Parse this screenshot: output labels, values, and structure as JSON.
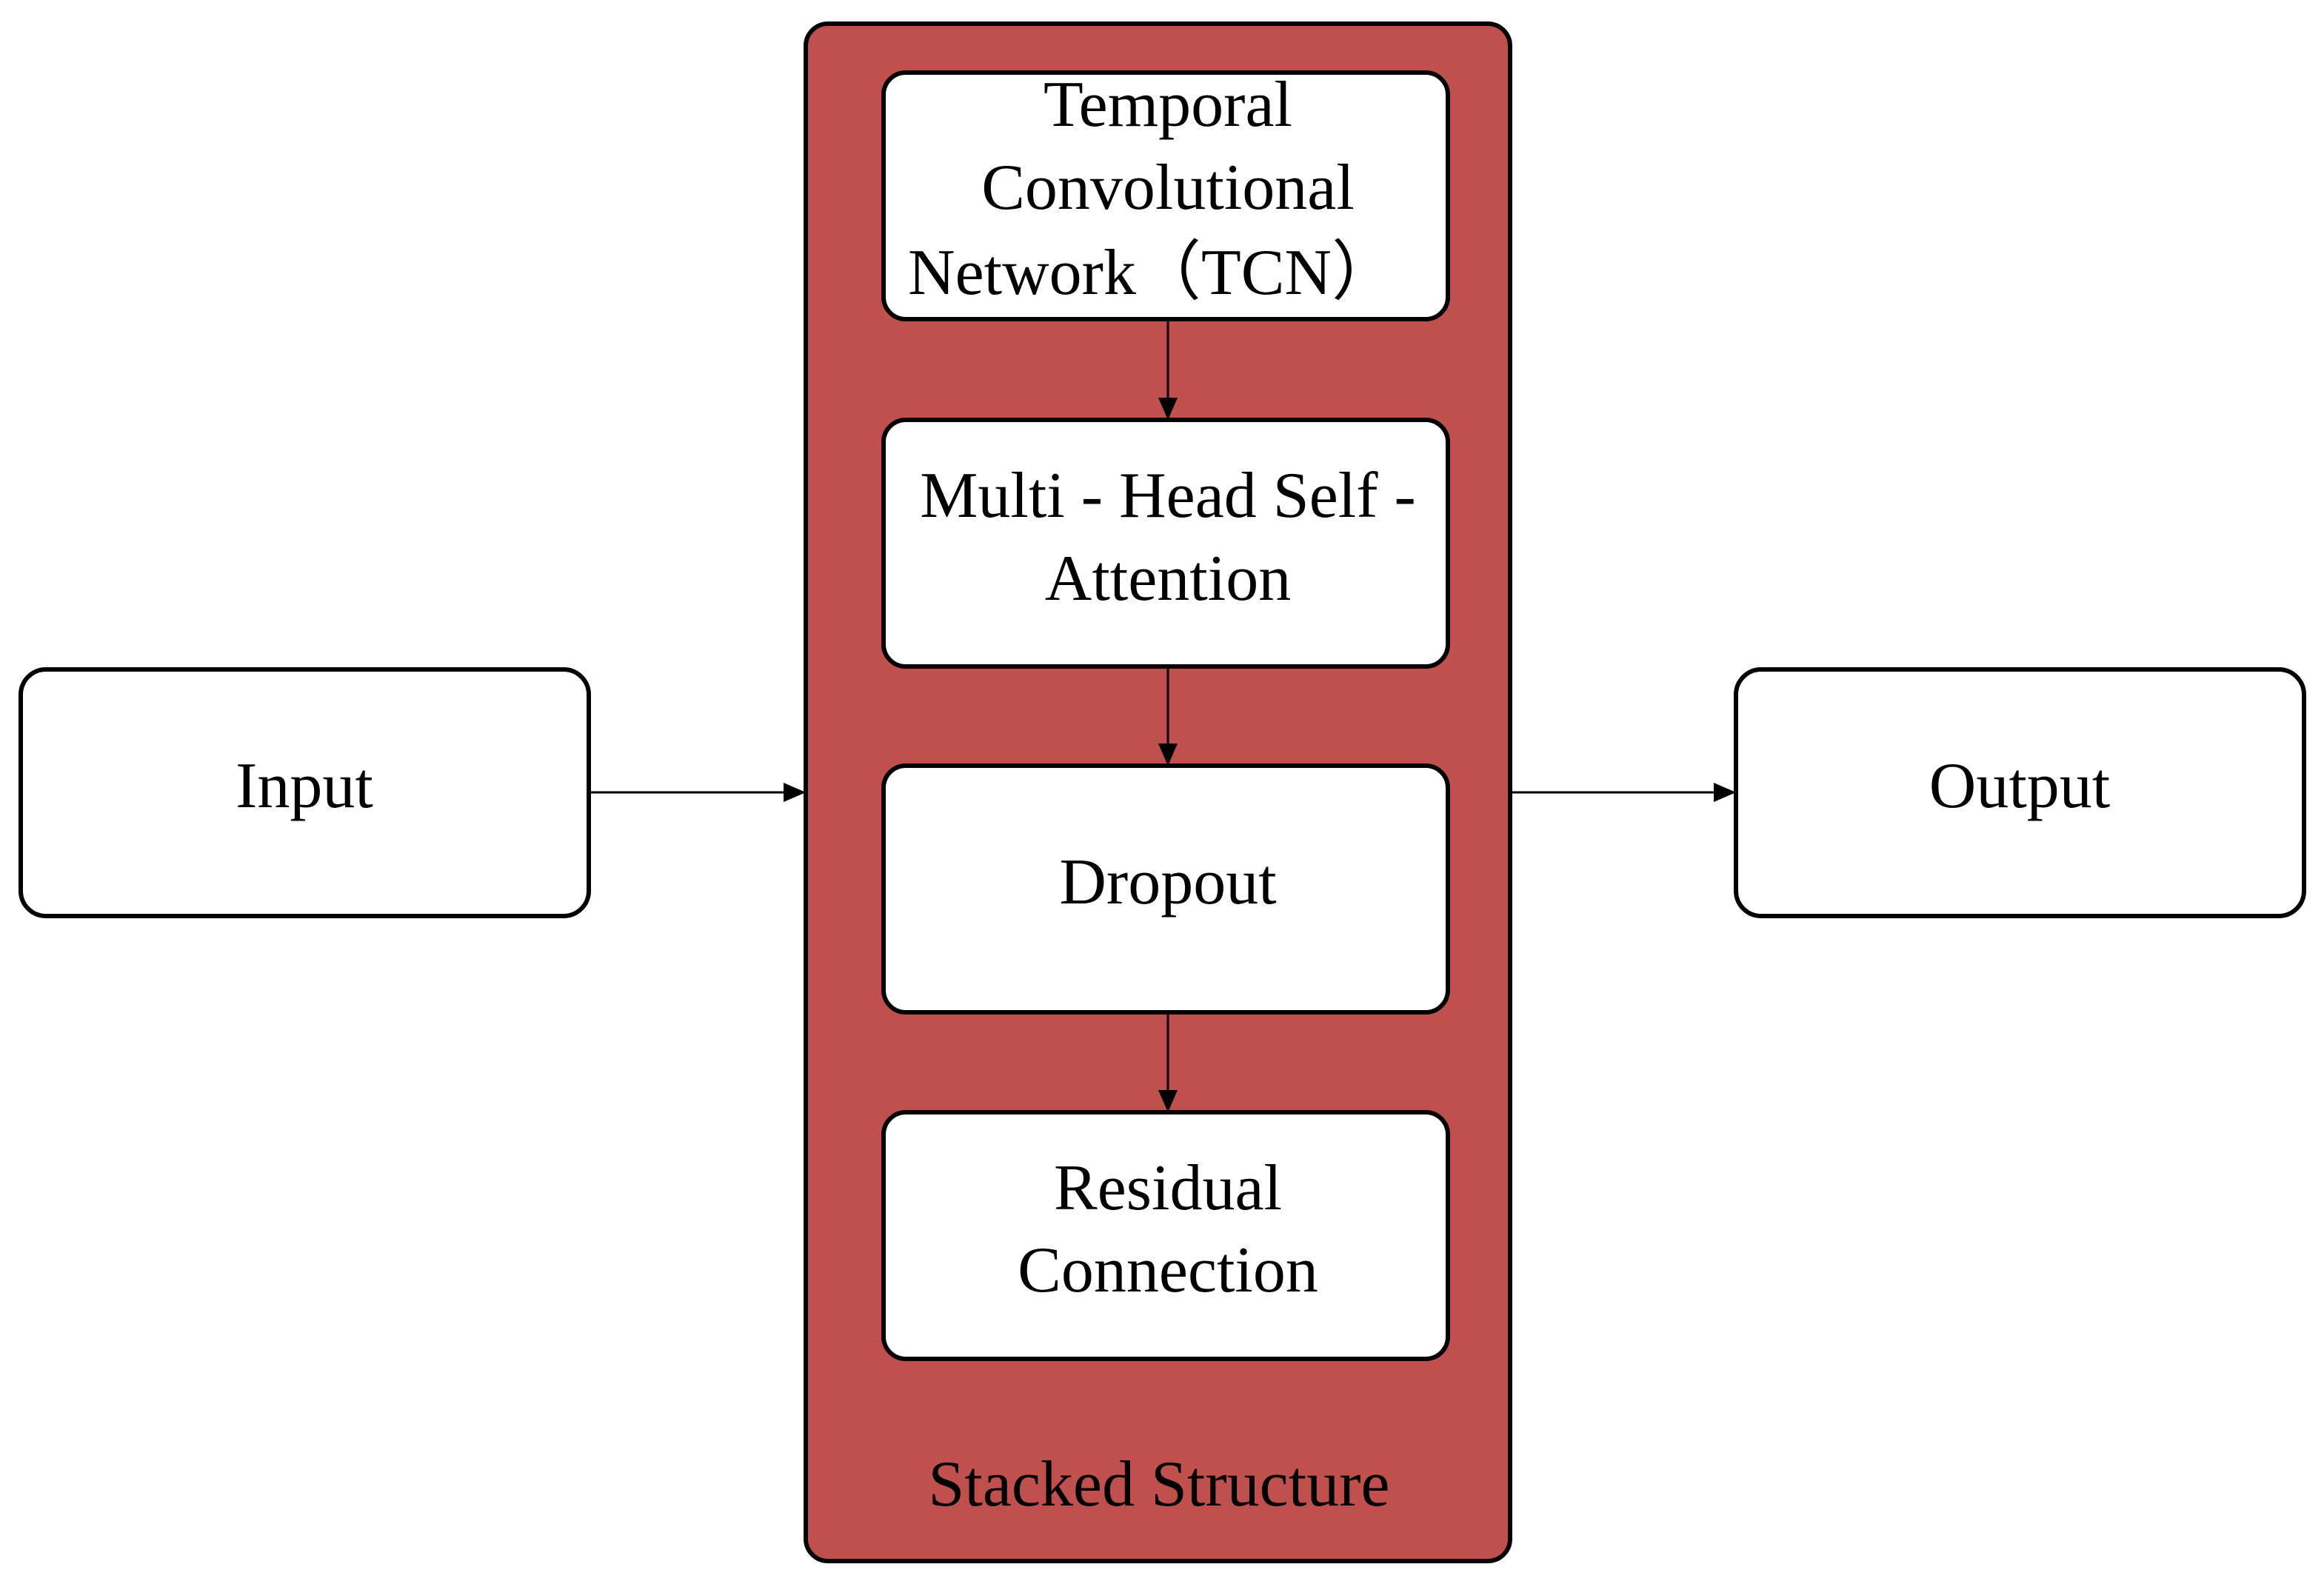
{
  "colors": {
    "stack_fill": "#c0504d",
    "stroke": "#000000",
    "box_fill": "#ffffff"
  },
  "input": {
    "label": "Input"
  },
  "output": {
    "label": "Output"
  },
  "stack": {
    "label": "Stacked Structure",
    "blocks": [
      {
        "lines": [
          "Temporal",
          "Convolutional",
          "Network（TCN）"
        ]
      },
      {
        "lines": [
          "Multi - Head Self -",
          "Attention"
        ]
      },
      {
        "lines": [
          "Dropout"
        ]
      },
      {
        "lines": [
          "Residual",
          "Connection"
        ]
      }
    ]
  }
}
